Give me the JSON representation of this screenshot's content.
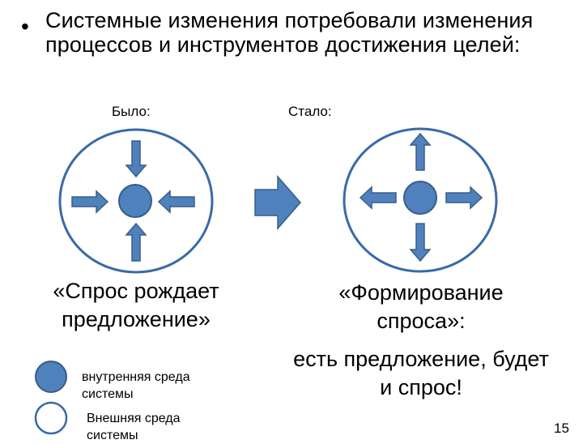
{
  "slide": {
    "bullet_char": "•",
    "bullet_text": "Системные изменения потребовали изменения процессов и инструментов достижения целей:",
    "label_before": "Было:",
    "label_after": "Стало:",
    "caption_before": "«Спрос рождает предложение»",
    "caption_after_line1": "«Формирование спроса»:",
    "caption_after_line2": "есть предложение, будет и спрос!",
    "legend_inner": "внутренняя среда системы",
    "legend_outer": "Внешняя среда системы",
    "page_number": "15"
  },
  "colors": {
    "fill": "#4f81bd",
    "stroke": "#385d8a",
    "circle_stroke": "#3a6aa8"
  }
}
